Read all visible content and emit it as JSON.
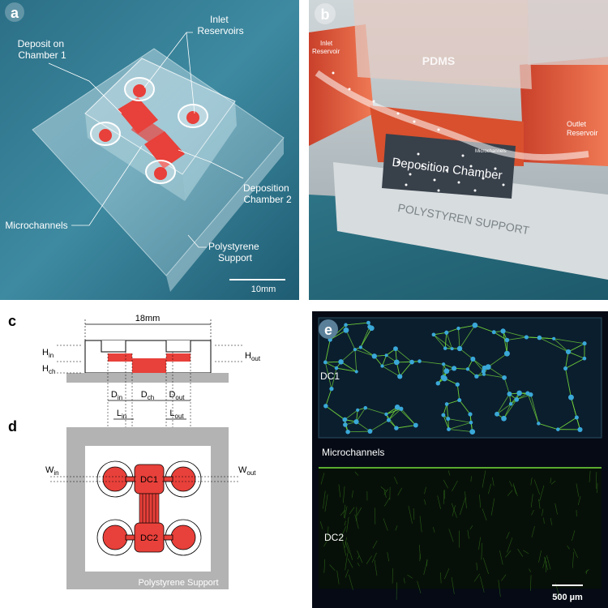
{
  "panel_a": {
    "letter": "a",
    "labels": {
      "inlet": [
        "Inlet",
        "Reservoirs"
      ],
      "deposit": [
        "Deposit on",
        "Chamber 1"
      ],
      "deposition2": [
        "Deposition",
        "Chamber 2"
      ],
      "microchannels": "Microchannels",
      "polystyrene": [
        "Polystyrene",
        "Support"
      ],
      "scale": "10mm"
    }
  },
  "panel_b": {
    "letter": "b",
    "labels": {
      "pdms": "PDMS",
      "inlet": [
        "Inlet",
        "Reservoir"
      ],
      "outlet": [
        "Outlet",
        "Reservoir"
      ],
      "microchannels": "Microchannels",
      "chamber": "Deposition Chamber",
      "support": "POLYSTYREN SUPPORT"
    }
  },
  "panel_c": {
    "letter": "c",
    "dims": {
      "width": "18mm",
      "h_in": "H",
      "h_in_sub": "in",
      "h_ch": "H",
      "h_ch_sub": "ch",
      "h_out": "H",
      "h_out_sub": "out",
      "d_in": "D",
      "d_in_sub": "in",
      "d_ch": "D",
      "d_ch_sub": "ch",
      "d_out": "D",
      "d_out_sub": "out",
      "l_in": "L",
      "l_in_sub": "in",
      "l_out": "L",
      "l_out_sub": "out"
    }
  },
  "panel_d": {
    "letter": "d",
    "dims": {
      "w_in": "W",
      "w_in_sub": "in",
      "w_out": "W",
      "w_out_sub": "out"
    },
    "chamber1": "DC1",
    "chamber2": "DC2",
    "support": "Polystyrene Support"
  },
  "panel_e": {
    "letter": "e",
    "labels": {
      "dc1": "DC1",
      "microchannels": "Microchannels",
      "dc2": "DC2",
      "scale": "500 µm"
    }
  },
  "colors": {
    "chamber_red": "#e8403a",
    "support_grey": "#b3b3b3",
    "neurite_green": "#6fd13a",
    "soma_blue": "#3aa8d8"
  }
}
